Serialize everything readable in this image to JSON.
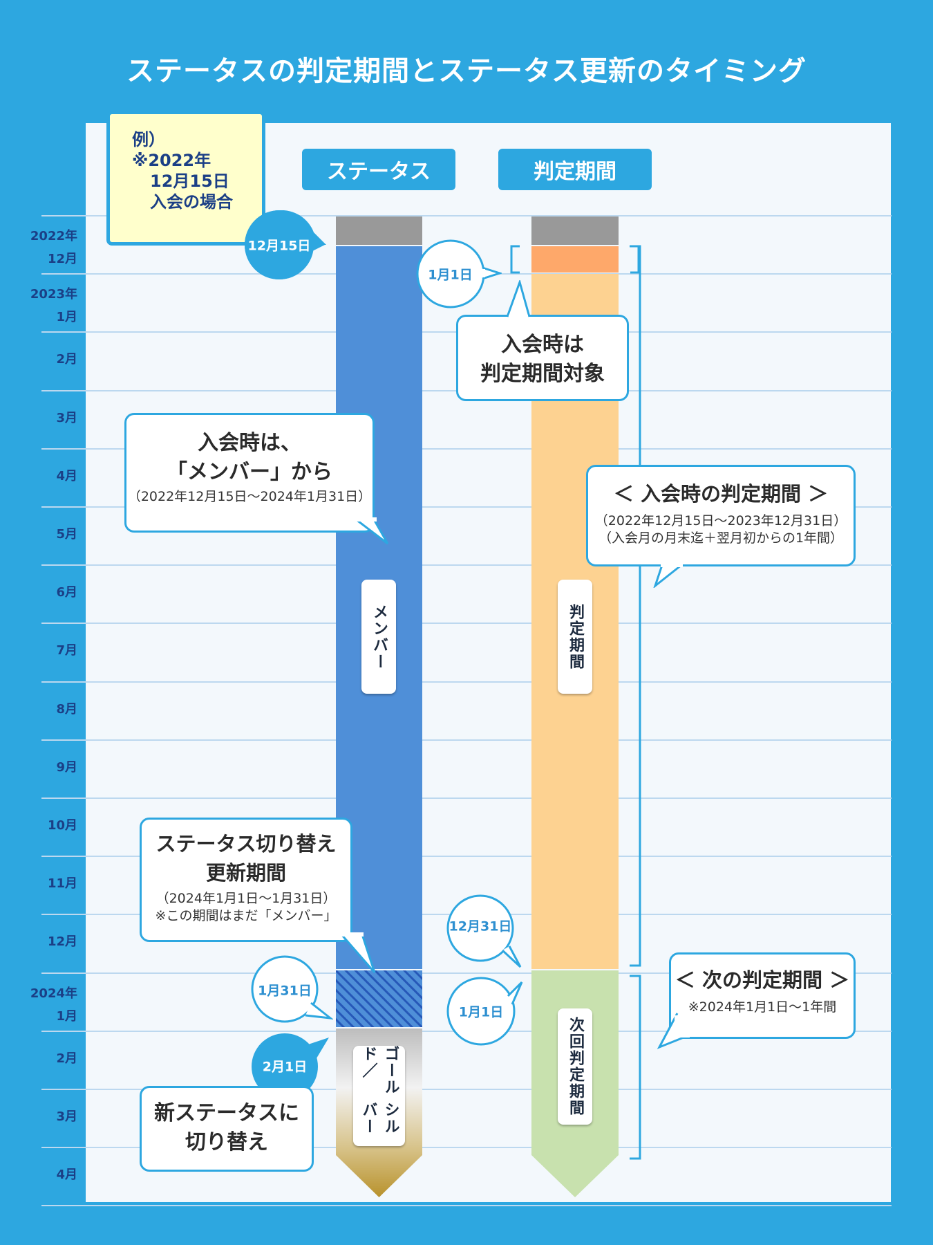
{
  "title": "ステータスの判定期間とステータス更新のタイミング",
  "example": {
    "line1": "例）",
    "line2": "※2022年",
    "line3": "12月15日",
    "line4": "入会の場合"
  },
  "headers": {
    "status": "ステータス",
    "judgment": "判定期間"
  },
  "months": [
    [
      "2022年",
      "12月"
    ],
    [
      "2023年",
      "1月"
    ],
    [
      "",
      "2月"
    ],
    [
      "",
      "3月"
    ],
    [
      "",
      "4月"
    ],
    [
      "",
      "5月"
    ],
    [
      "",
      "6月"
    ],
    [
      "",
      "7月"
    ],
    [
      "",
      "8月"
    ],
    [
      "",
      "9月"
    ],
    [
      "",
      "10月"
    ],
    [
      "",
      "11月"
    ],
    [
      "",
      "12月"
    ],
    [
      "2024年",
      "1月"
    ],
    [
      "",
      "2月"
    ],
    [
      "",
      "3月"
    ],
    [
      "",
      "4月"
    ]
  ],
  "bar_labels": {
    "member": "メンバー",
    "gold_silver_1": "ゴールド／",
    "gold_silver_2": "シルバー",
    "judgment": "判定期間",
    "next_judgment": "次回判定期間"
  },
  "dates": {
    "d1215": "12月15日",
    "d0101a": "1月1日",
    "d1231": "12月31日",
    "d0101b": "1月1日",
    "d0131": "1月31日",
    "d0201": "2月1日"
  },
  "bubbles": {
    "join_target": {
      "line1": "入会時は",
      "line2": "判定期間対象"
    },
    "join_member": {
      "line1": "入会時は、",
      "line2": "「メンバー」から",
      "sub": "（2022年12月15日～2024年1月31日）"
    },
    "join_period": {
      "title": "＜ 入会時の判定期間 ＞",
      "sub1": "（2022年12月15日～2023年12月31日）",
      "sub2": "（入会月の月末迄＋翌月初からの1年間）"
    },
    "switch": {
      "line1": "ステータス切り替え",
      "line2": "更新期間",
      "sub1": "（2024年1月1日～1月31日）",
      "sub2": "※この期間はまだ「メンバー」"
    },
    "next_period": {
      "title": "＜ 次の判定期間 ＞",
      "sub": "※2024年1月1日～1年間"
    },
    "new_status": {
      "line1": "新ステータスに",
      "line2": "切り替え"
    }
  },
  "colors": {
    "background": "#2da7e0",
    "member": "#4f8fd8",
    "gray": "#999999",
    "judgment": "#fdd291",
    "first_month": "#fea86a",
    "next": "#c8e1ae",
    "navy": "#1b3f86"
  }
}
